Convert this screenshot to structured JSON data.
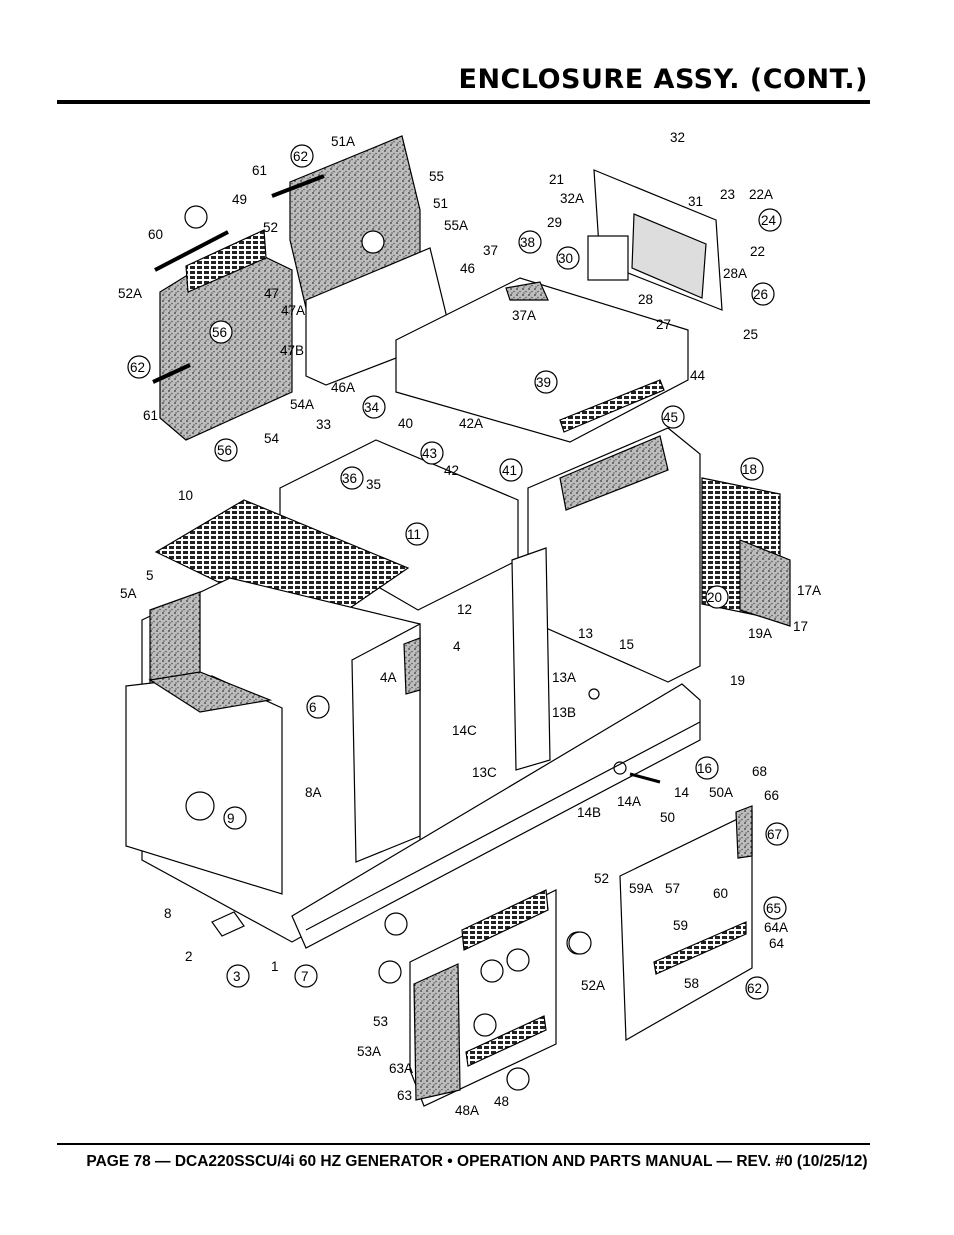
{
  "header": {
    "title": "ENCLOSURE ASSY. (CONT.)"
  },
  "footer": {
    "text": "PAGE 78 — DCA220SSCU/4i 60 HZ GENERATOR • OPERATION AND PARTS MANUAL — REV. #0 (10/25/12)"
  },
  "diagram": {
    "part_labels": [
      "51A",
      "55",
      "51",
      "55A",
      "61",
      "62",
      "49",
      "52",
      "60",
      "52A",
      "56",
      "47",
      "47A",
      "47B",
      "46",
      "46A",
      "54A",
      "54",
      "56",
      "62",
      "61",
      "32",
      "21",
      "31",
      "23",
      "22A",
      "24",
      "32A",
      "29",
      "30",
      "22",
      "28A",
      "28",
      "26",
      "25",
      "27",
      "37",
      "38",
      "37A",
      "39",
      "44",
      "45",
      "40",
      "42A",
      "43",
      "42",
      "41",
      "34",
      "33",
      "18",
      "36",
      "35",
      "10",
      "11",
      "5",
      "5A",
      "12",
      "15",
      "17A",
      "17",
      "19A",
      "19",
      "20",
      "4",
      "4A",
      "13",
      "13A",
      "13B",
      "6",
      "8A",
      "9",
      "14C",
      "13C",
      "16",
      "14B",
      "14A",
      "14",
      "68",
      "50A",
      "66",
      "67",
      "50",
      "65",
      "64A",
      "64",
      "59A",
      "57",
      "60",
      "59",
      "52",
      "52A",
      "62",
      "58",
      "63A",
      "63",
      "53",
      "53A",
      "48",
      "48A",
      "8",
      "2",
      "3",
      "1",
      "7"
    ]
  }
}
